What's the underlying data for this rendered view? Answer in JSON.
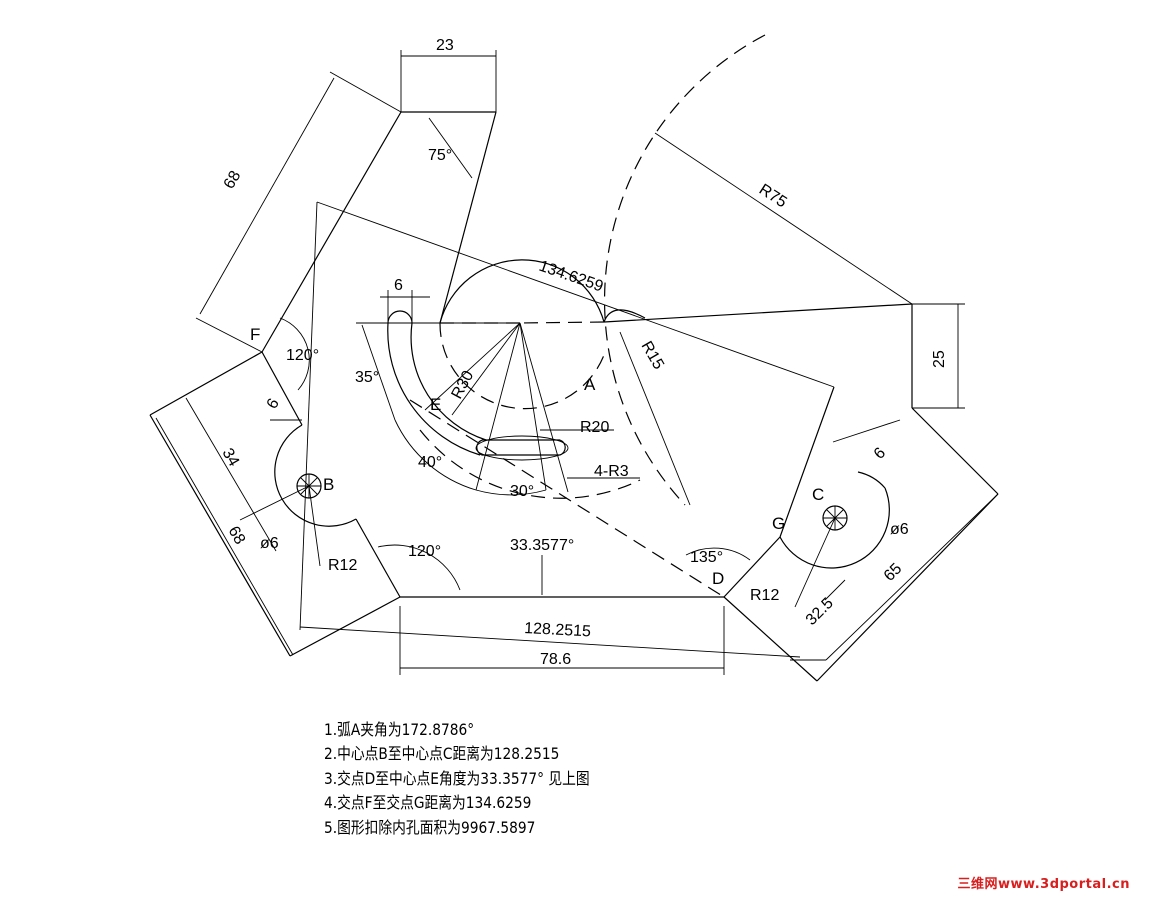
{
  "dimensions": {
    "d23": "23",
    "d75deg": "75°",
    "d68_top": "68",
    "r75": "R75",
    "d134": "134.6259",
    "d6_slot": "6",
    "r15": "R15",
    "d25": "25",
    "d120_f": "120°",
    "d35": "35°",
    "r30": "R30",
    "d6_b": "6",
    "d34": "34",
    "d68_left": "68",
    "d40": "40°",
    "d30": "30°",
    "r20": "R20",
    "r3": "4-R3",
    "dia6_b": "ø6",
    "r12_b": "R12",
    "d120_bot": "120°",
    "d33": "33.3577°",
    "d135": "135°",
    "d6_c": "6",
    "dia6_c": "ø6",
    "r12_c": "R12",
    "d32": "32.5",
    "d65": "65",
    "d128": "128.2515",
    "d78": "78.6"
  },
  "points": {
    "F": "F",
    "B": "B",
    "E": "E",
    "A": "A",
    "G": "G",
    "C": "C",
    "D": "D"
  },
  "notes": [
    "1.弧A夹角为172.8786°",
    "2.中心点B至中心点C距离为128.2515",
    "3.交点D至中心点E角度为33.3577° 见上图",
    "4.交点F至交点G距离为134.6259",
    "5.图形扣除内孔面积为9967.5897"
  ],
  "watermark": "三维网www.3dportal.cn",
  "colors": {
    "line": "#000000",
    "watermark": "#d81e1e",
    "background": "#ffffff"
  }
}
